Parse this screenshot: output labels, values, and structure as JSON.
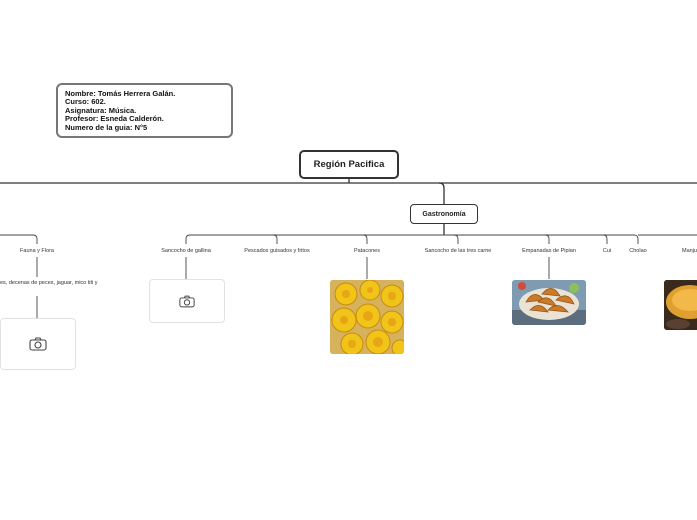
{
  "info": {
    "nombre": "Nombre: Tomás Herrera Galán.",
    "curso": "Curso: 602.",
    "asignatura": "Asignatura: Música.",
    "profesor": "Profesor: Esneda Calderón.",
    "guia": "Numero de la guia: N°5"
  },
  "root": {
    "title": "Región Pacifica"
  },
  "branches": {
    "fauna": {
      "label": "Fauna y Flora",
      "detail": "es, decenas de peces, jaguar, mico titi y"
    },
    "gastronomia": {
      "label": "Gastronomía",
      "items": [
        "Sancocho de gallina",
        "Pescados guisados y fritos",
        "Patacones",
        "Sancocho de las tres carne",
        "Empanadas de Pipian",
        "Cui",
        "Cholao",
        "Manju"
      ]
    }
  },
  "icons": [
    "camera-icon"
  ]
}
